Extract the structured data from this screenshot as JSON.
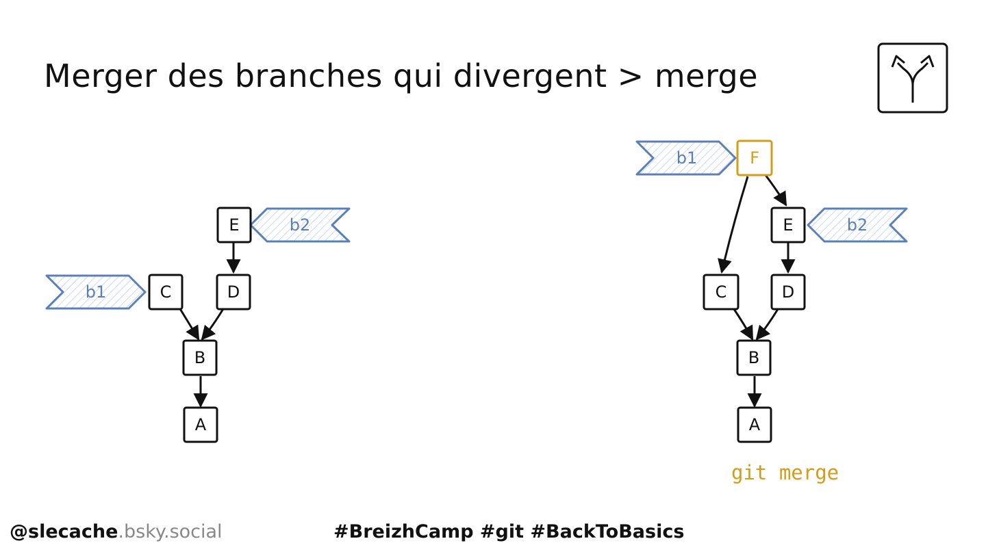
{
  "title": "Merger des branches qui divergent > merge",
  "logo_icon": "branch-merge-icon",
  "colors": {
    "ink": "#111111",
    "tag": "#5b7fb8",
    "tag_hatch": "#c9d9ef",
    "merge_commit": "#d39c1a",
    "command": "#d39c1a",
    "handle_domain": "#888888"
  },
  "before": {
    "commits": [
      {
        "id": "E",
        "label": "E"
      },
      {
        "id": "C",
        "label": "C"
      },
      {
        "id": "D",
        "label": "D"
      },
      {
        "id": "B",
        "label": "B"
      },
      {
        "id": "A",
        "label": "A"
      }
    ],
    "edges": [
      [
        "E",
        "D"
      ],
      [
        "D",
        "B"
      ],
      [
        "C",
        "B"
      ],
      [
        "B",
        "A"
      ]
    ],
    "branches": [
      {
        "label": "b2",
        "points_to": "E"
      },
      {
        "label": "b1",
        "points_to": "C"
      }
    ]
  },
  "after": {
    "commits": [
      {
        "id": "F",
        "label": "F",
        "merge": true
      },
      {
        "id": "E",
        "label": "E"
      },
      {
        "id": "C",
        "label": "C"
      },
      {
        "id": "D",
        "label": "D"
      },
      {
        "id": "B",
        "label": "B"
      },
      {
        "id": "A",
        "label": "A"
      }
    ],
    "edges": [
      [
        "F",
        "C"
      ],
      [
        "F",
        "E"
      ],
      [
        "E",
        "D"
      ],
      [
        "D",
        "B"
      ],
      [
        "C",
        "B"
      ],
      [
        "B",
        "A"
      ]
    ],
    "branches": [
      {
        "label": "b1",
        "points_to": "F"
      },
      {
        "label": "b2",
        "points_to": "E"
      }
    ]
  },
  "command": "git merge",
  "footer": {
    "handle_user": "@slecache",
    "handle_domain": ".bsky.social",
    "hashtags": "#BreizhCamp #git #BackToBasics"
  }
}
